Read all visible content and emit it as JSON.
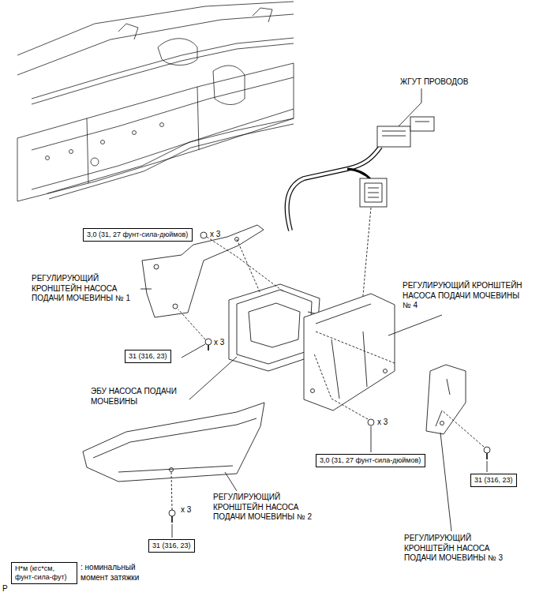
{
  "diagram": {
    "nodes": [
      {
        "text": [
          "3,0 (31, 27 фунт-сила-дюймов)"
        ]
      },
      {
        "text": [
          "31 (316, 23)"
        ]
      },
      {
        "text": [
          "3,0 (31, 27 фунт-сила-дюймов)"
        ]
      },
      {
        "text": [
          "31 (316, 23)"
        ]
      },
      {
        "text": [
          "31 (316, 23)"
        ]
      },
      {
        "text": [
          "Н*м (кгс*см, фунт-сила-фут)"
        ]
      }
    ],
    "labels": [
      "ЖГУТ ПРОВОДОВ",
      "x 3",
      "РЕГУЛИРУЮЩИЙ КРОНШТЕЙН НАСОСА ПОДАЧИ МОЧЕВИНЫ № 1",
      "x 3",
      "РЕГУЛИРУЮЩИЙ КРОНШТЕЙН НАСОСА ПОДАЧИ МОЧЕВИНЫ № 4",
      "ЭБУ НАСОСА ПОДАЧИ МОЧЕВИНЫ",
      "x 3",
      "x 3",
      "РЕГУЛИРУЮЩИЙ КРОНШТЕЙН НАСОСА ПОДАЧИ МОЧЕВИНЫ № 2",
      "РЕГУЛИРУЮЩИЙ КРОНШТЕЙН НАСОСА ПОДАЧИ МОЧЕВИНЫ № 3",
      ": номинальный момент затяжки",
      "P"
    ]
  }
}
